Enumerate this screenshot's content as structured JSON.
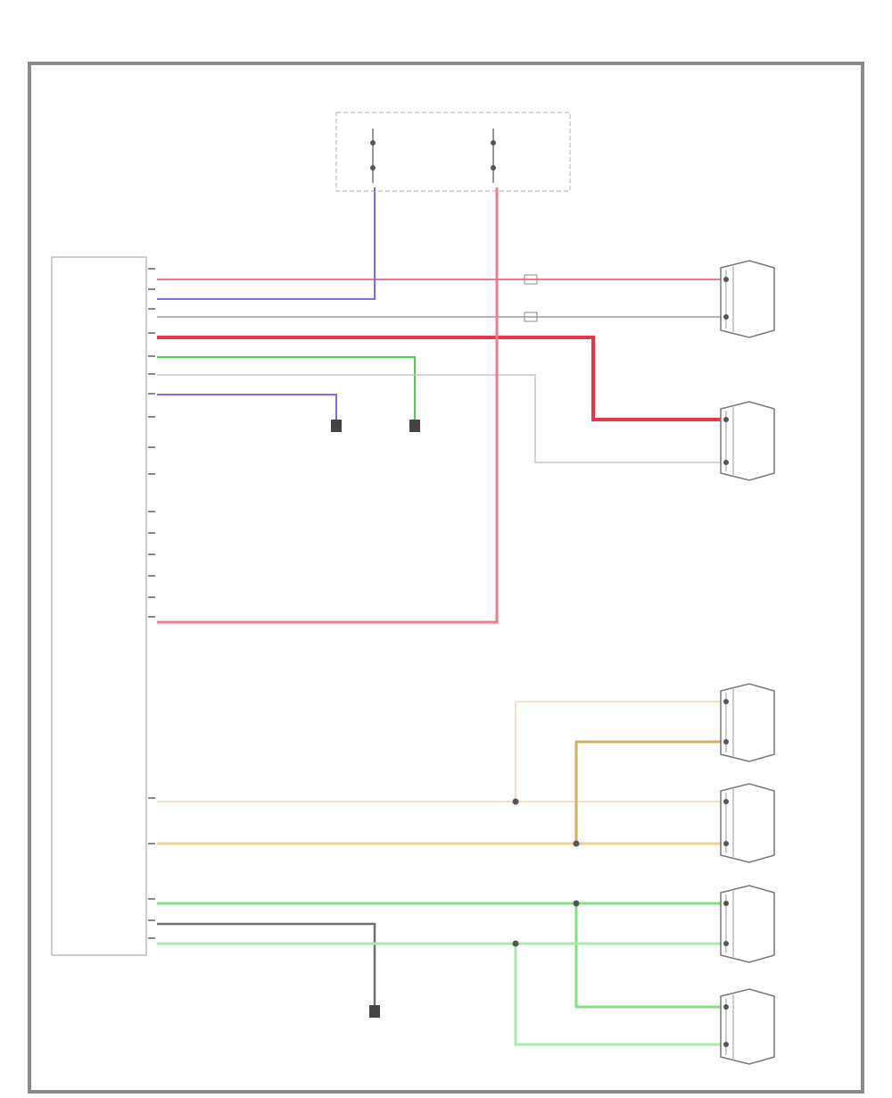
{
  "colors": {
    "frame": "#8a8a8a",
    "red": "#e8334a",
    "pink": "#f07a8c",
    "blue": "#7a6cf0",
    "green": "#4ccf4c",
    "light_green": "#9fe89f",
    "gray": "#8c8c8c",
    "light_gray": "#c6c6c6",
    "tan": "#f0e2c2",
    "olive": "#cfb060",
    "dark_gray": "#606060"
  },
  "labels": {
    "fuse_left": "",
    "fuse_right": "",
    "fuse_note": "",
    "fuse_box_text_left": "",
    "fuse_box_text_right": "",
    "wire_left_top": "",
    "wire_right_top": "",
    "audio_unit": "",
    "bottom_left_code": "",
    "ground_label": "",
    "center_ground_label": "",
    "center_text": "",
    "speaker_1": "",
    "speaker_2": "",
    "speaker_3": "",
    "speaker_4": "",
    "speaker_5": "",
    "speaker_6": ""
  },
  "wires": [
    {
      "id": "w1",
      "color": "pink",
      "label": ""
    },
    {
      "id": "w2",
      "color": "blue",
      "label": ""
    },
    {
      "id": "w3",
      "color": "gray",
      "label": ""
    },
    {
      "id": "w4",
      "color": "red",
      "label": ""
    },
    {
      "id": "w5",
      "color": "green",
      "label": ""
    },
    {
      "id": "w6",
      "color": "light_gray",
      "label": ""
    },
    {
      "id": "w7",
      "color": "blue",
      "label": ""
    },
    {
      "id": "w8",
      "color": "pink",
      "label": ""
    },
    {
      "id": "w9",
      "color": "tan",
      "label": ""
    },
    {
      "id": "w10",
      "color": "olive",
      "label": ""
    },
    {
      "id": "w11",
      "color": "green",
      "label": ""
    },
    {
      "id": "w12",
      "color": "dark_gray",
      "label": ""
    },
    {
      "id": "w13",
      "color": "light_green",
      "label": ""
    }
  ]
}
